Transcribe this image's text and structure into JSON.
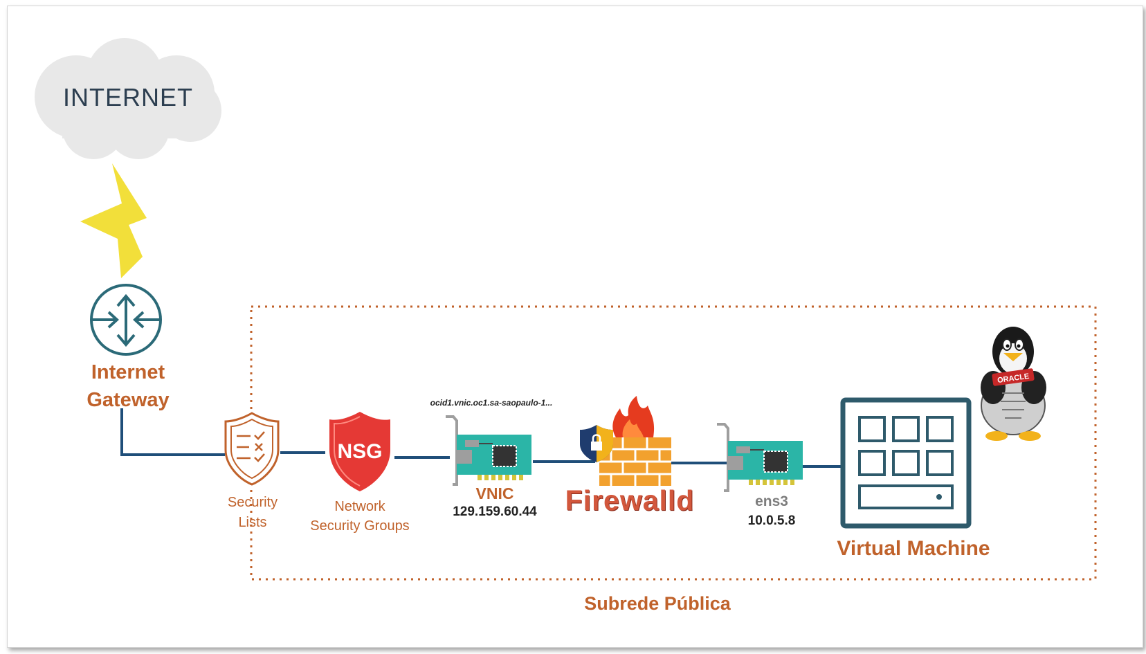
{
  "internet": {
    "label": "INTERNET"
  },
  "internet_gateway": {
    "line1": "Internet",
    "line2": "Gateway"
  },
  "security_lists": {
    "line1": "Security",
    "line2": "Lists"
  },
  "nsg": {
    "icon_text": "NSG",
    "line1": "Network",
    "line2": "Security Groups"
  },
  "vnic": {
    "ocid": "ocid1.vnic.oc1.sa-saopaulo-1...",
    "label": "VNIC",
    "ip": "129.159.60.44"
  },
  "firewall": {
    "label": "Firewalld"
  },
  "ens3": {
    "label": "ens3",
    "ip": "10.0.5.8"
  },
  "vm": {
    "label": "Virtual Machine"
  },
  "tux": {
    "badge": "ORACLE"
  },
  "subnet": {
    "label": "Subrede Pública"
  },
  "colors": {
    "accent_brown": "#c0622b",
    "link_blue": "#1f4e79",
    "subnet_border": "#c0622b",
    "teal": "#2b6a78",
    "nsg_red": "#e53935",
    "bolt_yellow": "#f2df3a"
  }
}
